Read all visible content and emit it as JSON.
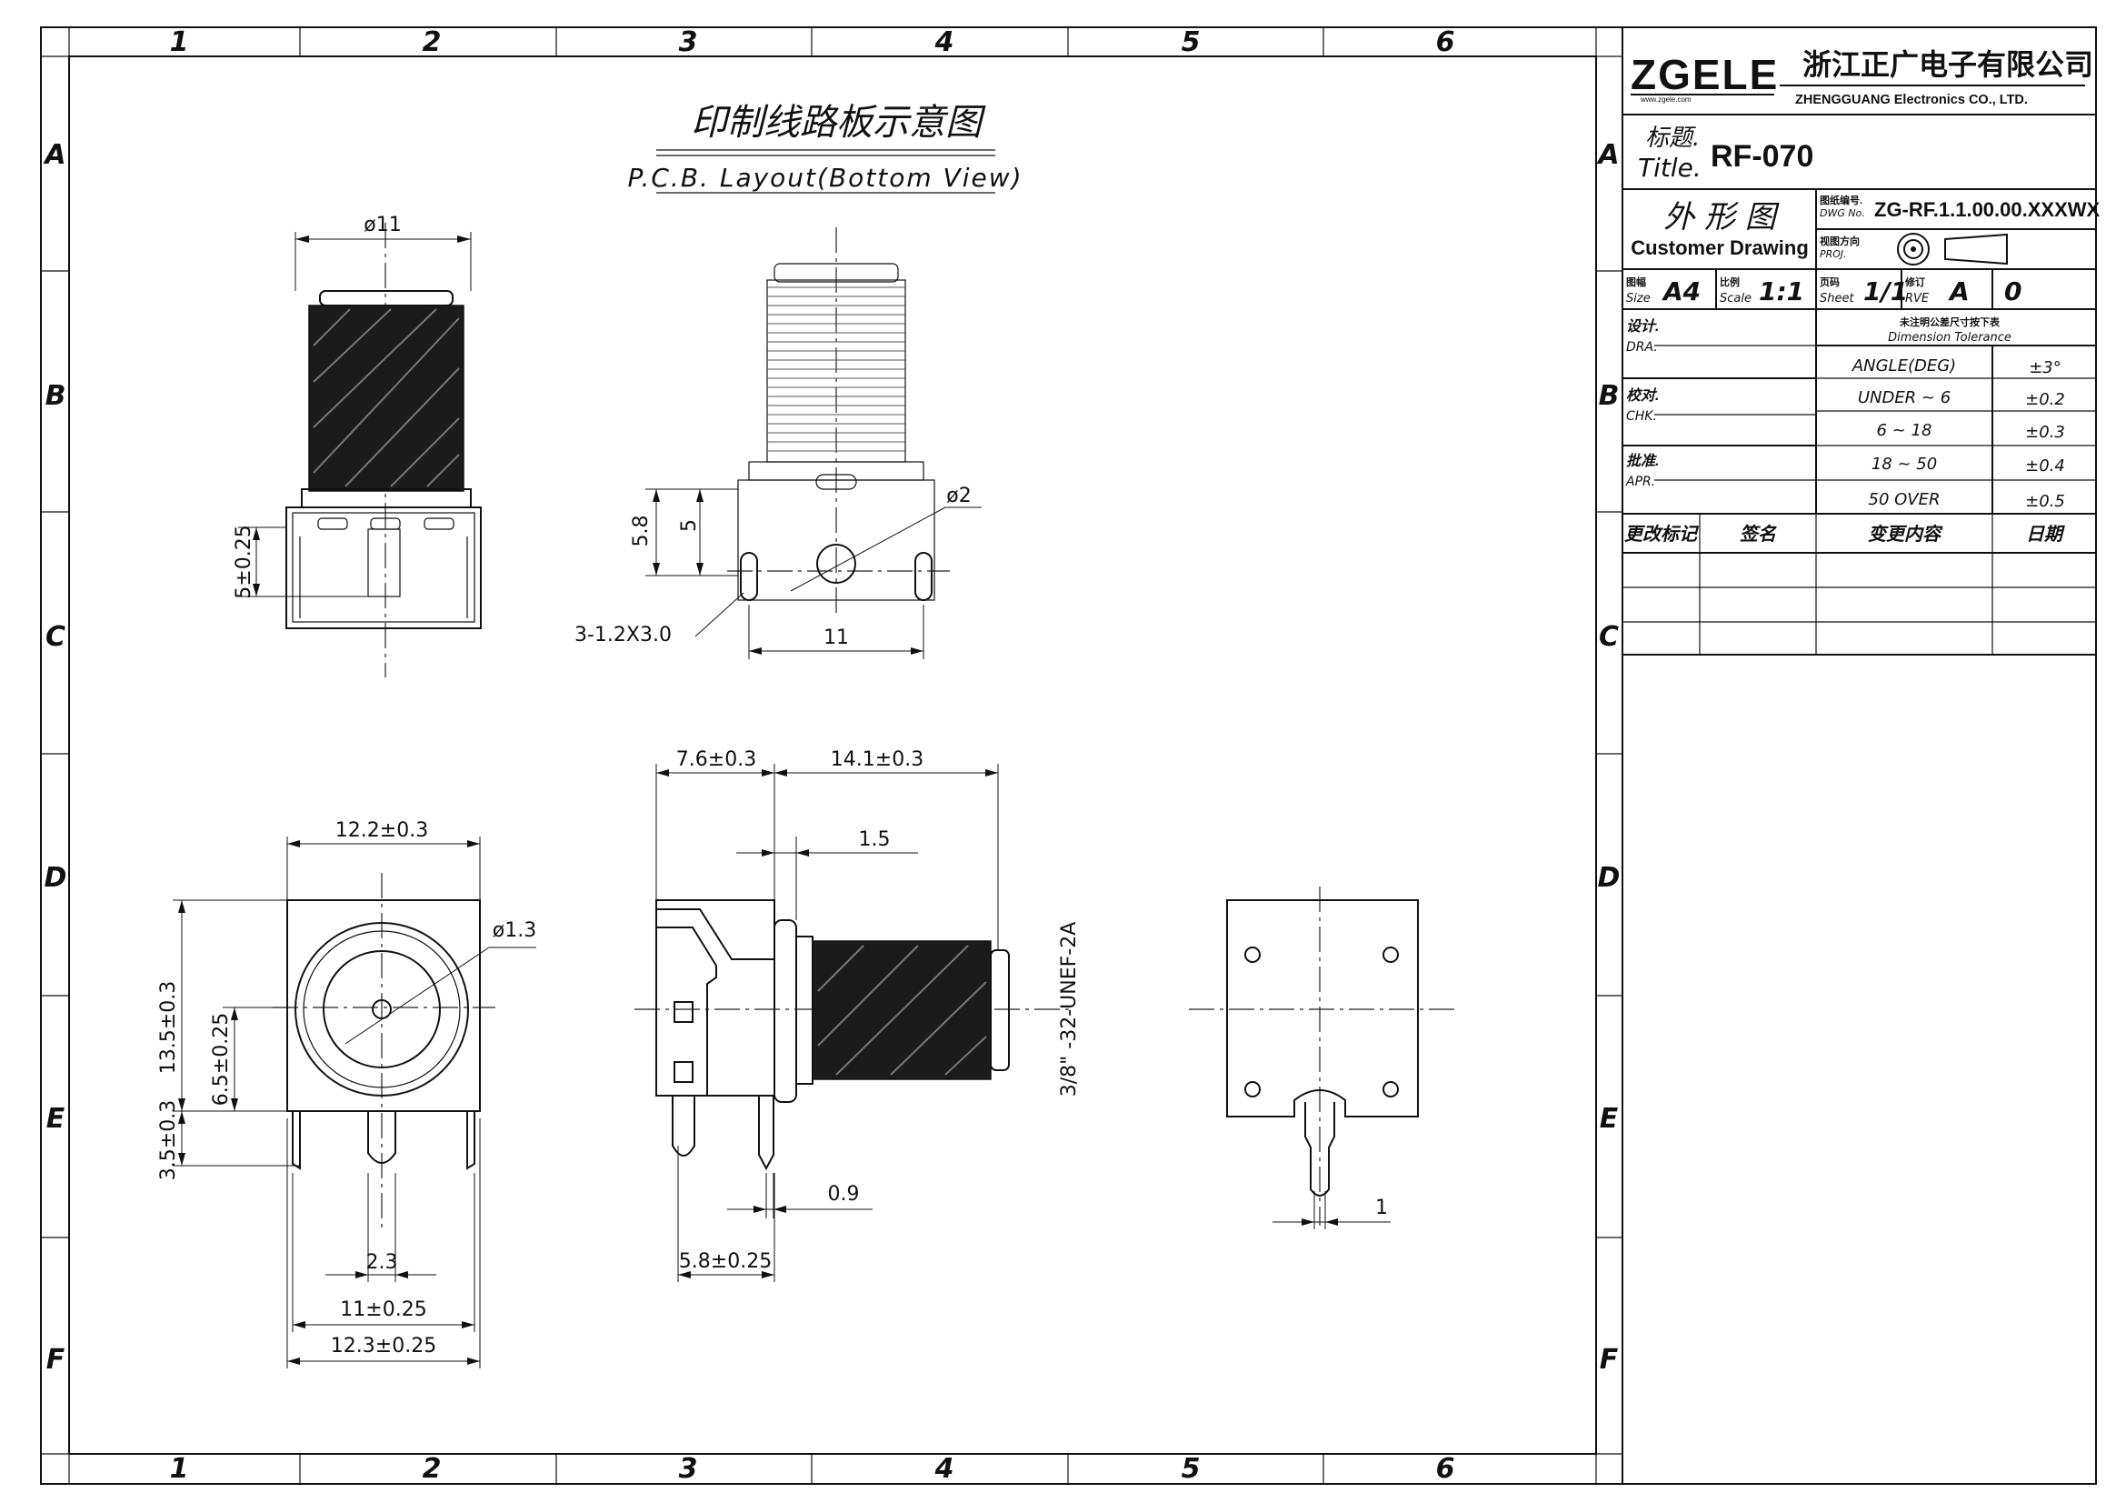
{
  "frame": {
    "columns": [
      "1",
      "2",
      "3",
      "4",
      "5",
      "6"
    ],
    "rows": [
      "A",
      "B",
      "C",
      "D",
      "E",
      "F"
    ]
  },
  "pcb_title": {
    "cn": "印制线路板示意图",
    "en": "P.C.B. Layout(Bottom View)"
  },
  "dimensions": {
    "top_left_dia": "ø11",
    "top_left_height": "5±0.25",
    "pcb_dia_hole": "ø2",
    "pcb_height_outer": "5.8",
    "pcb_height_inner": "5",
    "pcb_slots": "3-1.2X3.0",
    "pcb_width": "11",
    "front_width_top": "12.2±0.3",
    "front_center_dia": "ø1.3",
    "front_h_total": "13.5±0.3",
    "front_h_center": "6.5±0.25",
    "front_h_pin": "3.5±0.3",
    "front_pin_pitch": "2.3",
    "front_w_inner": "11±0.25",
    "front_w_outer": "12.3±0.25",
    "side_left": "7.6±0.3",
    "side_right": "14.1±0.3",
    "side_flange": "1.5",
    "side_thread": "3/8\" -32-UNEF-2A",
    "side_pin_thick": "0.9",
    "side_pin_len": "5.8±0.25",
    "back_pin_w": "1"
  },
  "title_block": {
    "logo": "ZGELE",
    "logo_url": "www.zgele.com",
    "company_cn": "浙江正广电子有限公司",
    "company_en": "ZHENGGUANG Electronics CO., LTD.",
    "title_label_cn": "标题.",
    "title_label_en": "Title.",
    "title_value": "RF-070",
    "drawing_type_cn": "外 形 图",
    "drawing_type_en": "Customer Drawing",
    "dwg_label_cn": "图纸编号.",
    "dwg_label_en": "DWG No.",
    "dwg_value": "ZG-RF.1.1.00.00.XXXWX",
    "proj_label_cn": "视图方向",
    "proj_label_en": "PROJ.",
    "size_label_cn": "图幅",
    "size_label_en": "Size",
    "size_value": "A4",
    "scale_label_cn": "比例",
    "scale_label_en": "Scale",
    "scale_value": "1:1",
    "sheet_label_cn": "页码",
    "sheet_label_en": "Sheet",
    "sheet_value": "1/1",
    "rev_label_cn": "修订",
    "rev_label_en": "RVE",
    "rev_value": "A",
    "rev_num": "0",
    "dra_cn": "设计.",
    "dra_en": "DRA.",
    "chk_cn": "校对.",
    "chk_en": "CHK.",
    "apr_cn": "批准.",
    "apr_en": "APR.",
    "tol_title_cn": "未注明公差尺寸按下表",
    "tol_title_en": "Dimension Tolerance",
    "tolerances": [
      {
        "range": "ANGLE(DEG)",
        "value": "±3°"
      },
      {
        "range": "UNDER ~ 6",
        "value": "±0.2"
      },
      {
        "range": "6 ~ 18",
        "value": "±0.3"
      },
      {
        "range": "18 ~ 50",
        "value": "±0.4"
      },
      {
        "range": "50 OVER",
        "value": "±0.5"
      }
    ],
    "rev_headers": [
      "更改标记",
      "签名",
      "变更内容",
      "日期"
    ]
  }
}
